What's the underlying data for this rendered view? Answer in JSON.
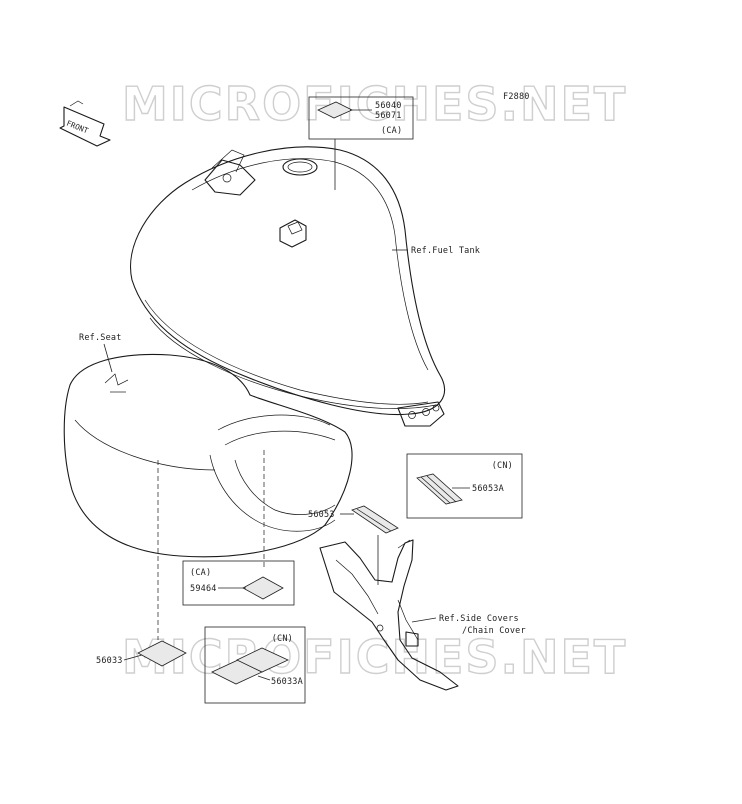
{
  "figure_code": "F2880",
  "watermark": "MICROFICHES.NET",
  "front_badge": "FRONT",
  "refs": {
    "fuel_tank": "Ref.Fuel Tank",
    "seat": "Ref.Seat",
    "side_covers_1": "Ref.Side Covers",
    "side_covers_2": "/Chain Cover"
  },
  "groups": {
    "ca": "(CA)",
    "cn": "(CN)"
  },
  "parts": {
    "p56040": "56040",
    "p56071": "56071",
    "p56053": "56053",
    "p56053a": "56053A",
    "p59464": "59464",
    "p56033": "56033",
    "p56033a": "56033A"
  }
}
